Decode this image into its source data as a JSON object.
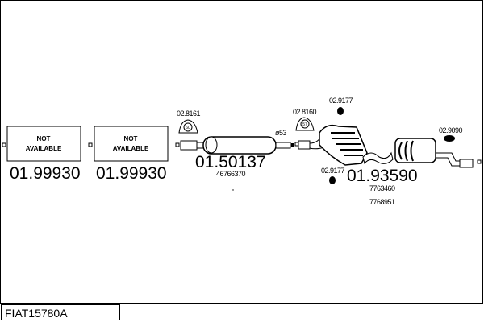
{
  "title": "FIAT15780A",
  "unavailable": [
    {
      "line1": "NOT",
      "line2": "AVAILABLE",
      "part": "01.99930"
    },
    {
      "line1": "NOT",
      "line2": "AVAILABLE",
      "part": "01.99930"
    }
  ],
  "middle_muffler": {
    "part": "01.50137",
    "oem": "46766370",
    "clamp": "02.8161"
  },
  "pipe_label": "ø53",
  "rear_muffler": {
    "part": "01.93590",
    "oem1": "7763460",
    "oem2": "7768951",
    "clamp": "02.8160",
    "mount_top": "02.9177",
    "mount_bottom": "02.9177",
    "mount_right": "02.9090"
  },
  "clamp_sizes": {
    "left": "60",
    "right": "57"
  }
}
